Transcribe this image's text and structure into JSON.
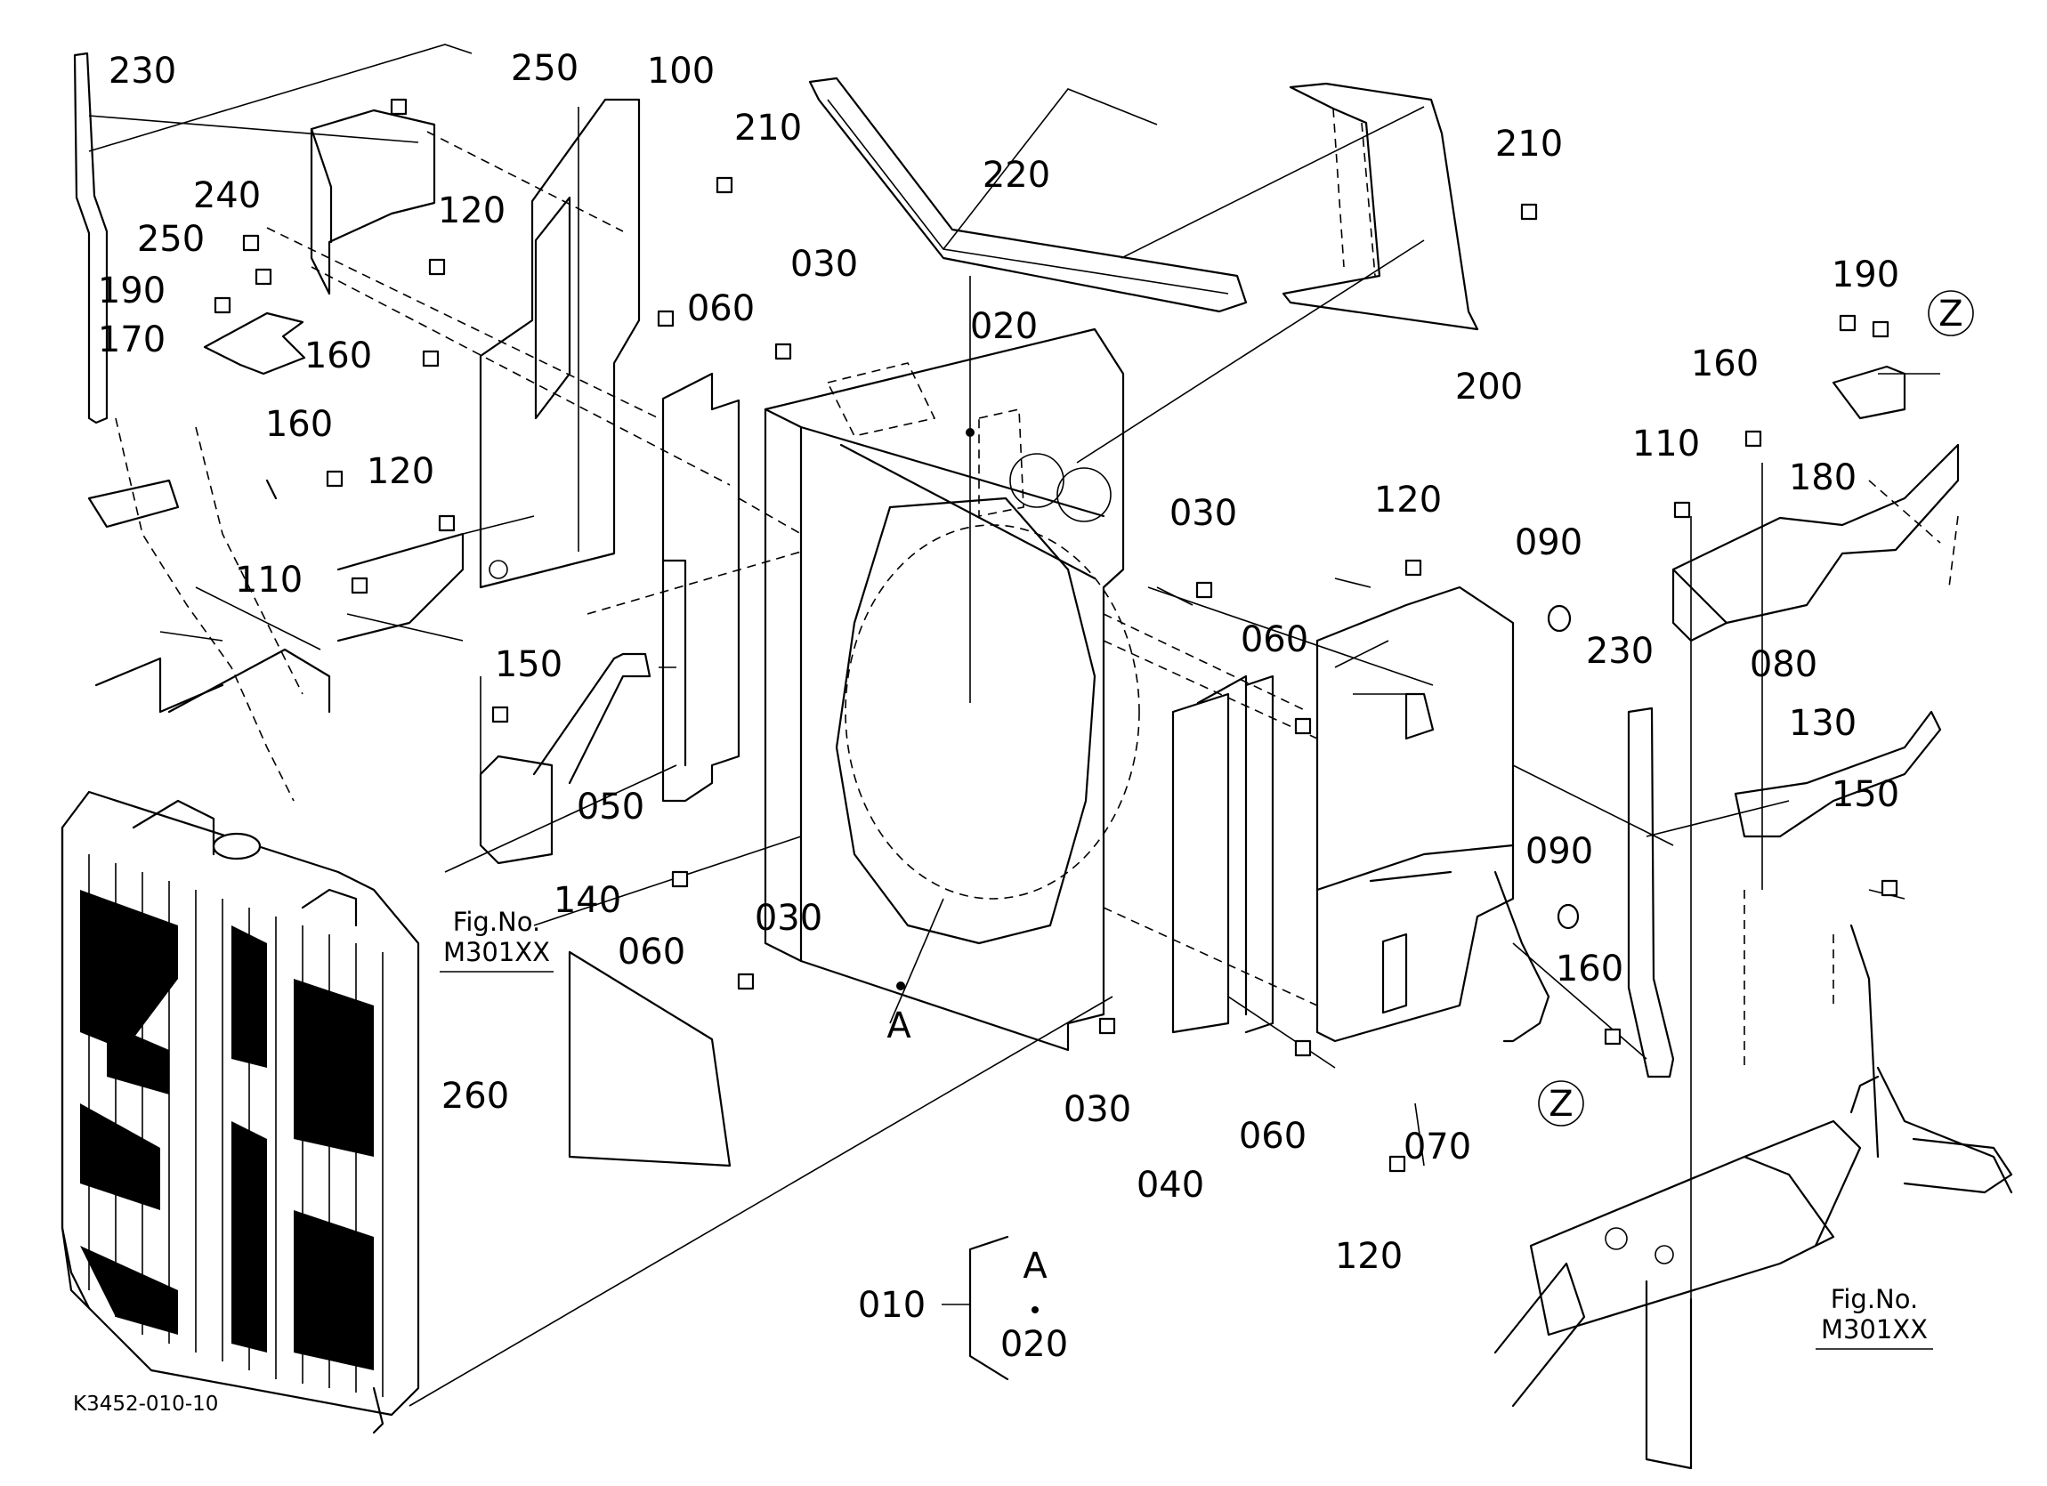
{
  "diagram": {
    "drawing_code": "K3452-010-10",
    "callouts": [
      "230",
      "250",
      "100",
      "210",
      "220",
      "210",
      "240",
      "120",
      "250",
      "060",
      "030",
      "020",
      "190",
      "170",
      "160",
      "160",
      "120",
      "110",
      "150",
      "050",
      "140",
      "060",
      "030",
      "030",
      "090",
      "060",
      "120",
      "200",
      "190",
      "160",
      "110",
      "180",
      "080",
      "130",
      "150",
      "230",
      "090",
      "160",
      "070",
      "060",
      "030",
      "040",
      "120",
      "260",
      "010",
      "020"
    ],
    "view_labels": [
      "A",
      "A",
      "Z",
      "Z"
    ],
    "figure_refs": [
      {
        "line1": "Fig.No.",
        "line2": "M301XX"
      },
      {
        "line1": "Fig.No.",
        "line2": "M301XX"
      }
    ]
  }
}
